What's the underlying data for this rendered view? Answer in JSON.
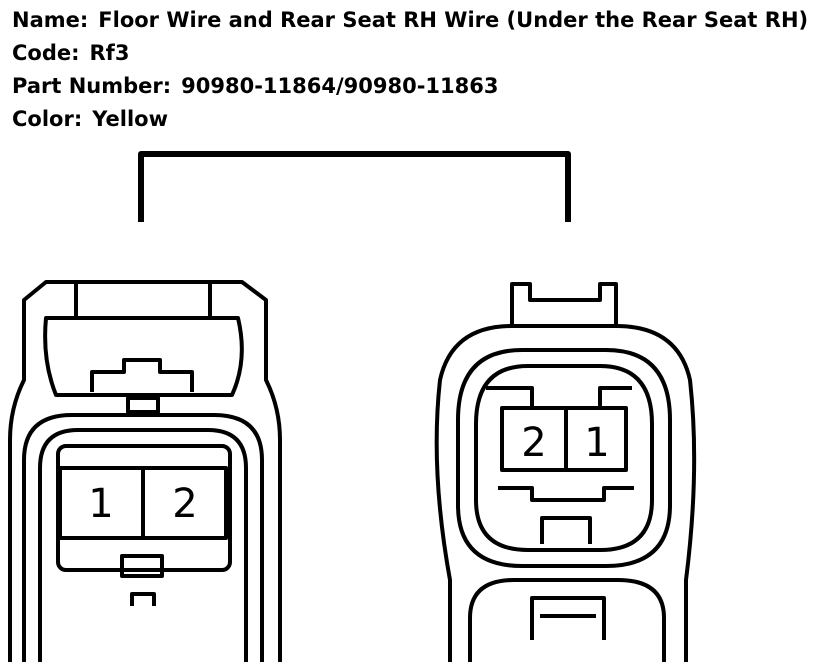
{
  "info": {
    "name_label": "Name:",
    "name_value": "Floor Wire and Rear Seat RH Wire (Under the Rear Seat RH)",
    "code_label": "Code:",
    "code_value": "Rf3",
    "part_label": "Part Number:",
    "part_value": "90980-11864/90980-11863",
    "color_label": "Color:",
    "color_value": "Yellow"
  },
  "connectors": {
    "left_pins": [
      "1",
      "2"
    ],
    "right_pins": [
      "2",
      "1"
    ]
  },
  "colors": {
    "stroke": "#000000",
    "background": "#ffffff"
  }
}
